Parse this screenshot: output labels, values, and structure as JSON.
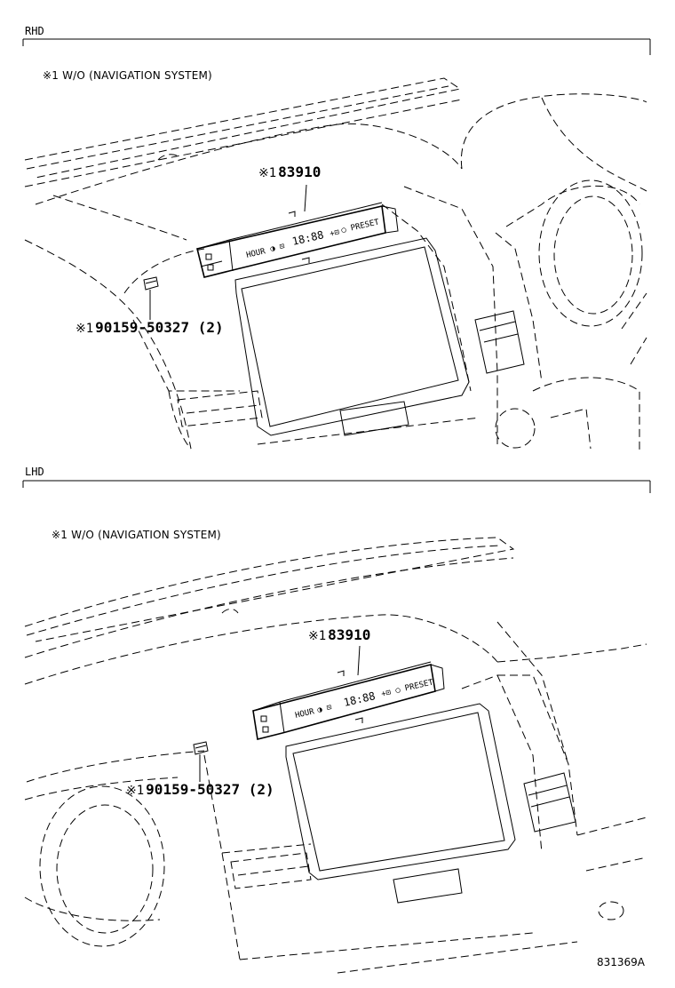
{
  "sections": [
    {
      "label": "RHD",
      "note": "※1  W/O (NAVIGATION SYSTEM)",
      "parts": [
        {
          "mark": "※1",
          "number": "83910"
        },
        {
          "mark": "※1",
          "number": "90159-50327 (2)"
        }
      ],
      "display_readout": "18:88"
    },
    {
      "label": "LHD",
      "note": "※1  W/O (NAVIGATION SYSTEM)",
      "parts": [
        {
          "mark": "※1",
          "number": "83910"
        },
        {
          "mark": "※1",
          "number": "90159-50327 (2)"
        }
      ],
      "display_readout": "18:88"
    }
  ],
  "drawing_id": "831369A"
}
